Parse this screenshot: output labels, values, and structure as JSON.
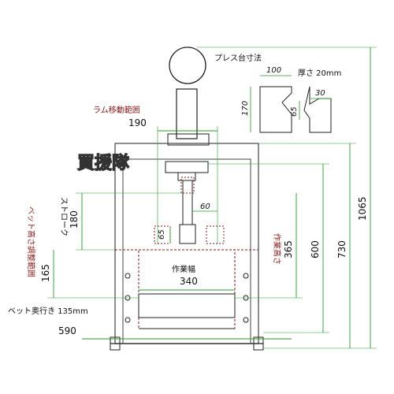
{
  "title_plate": "プレス台寸法",
  "thickness_label": "厚さ 20mm",
  "ram_travel_label": "ラム移動範囲",
  "stroke_label": "ストローク",
  "bed_adjust_label": "ベット高さ調整範囲",
  "work_height_label": "作業高さ",
  "work_width_label": "作業幅",
  "bed_depth_label": "ベット奥行き 135mm",
  "watermark": "買援隊",
  "dims": {
    "plate_width": "100",
    "plate_height": "170",
    "v_width": "30",
    "v_depth": "65",
    "ram_range": "190",
    "ram_offset": "60",
    "ram_small": "65",
    "stroke": "180",
    "bed_adjust": "165",
    "work_width": "340",
    "work_height": "365",
    "height_600": "600",
    "height_730": "730",
    "height_1065": "1065",
    "base_width": "590"
  },
  "colors": {
    "frame": "#444444",
    "dimension": "#2a9a2a",
    "label": "#8b1a1a",
    "dashed": "#8b1a1a"
  }
}
